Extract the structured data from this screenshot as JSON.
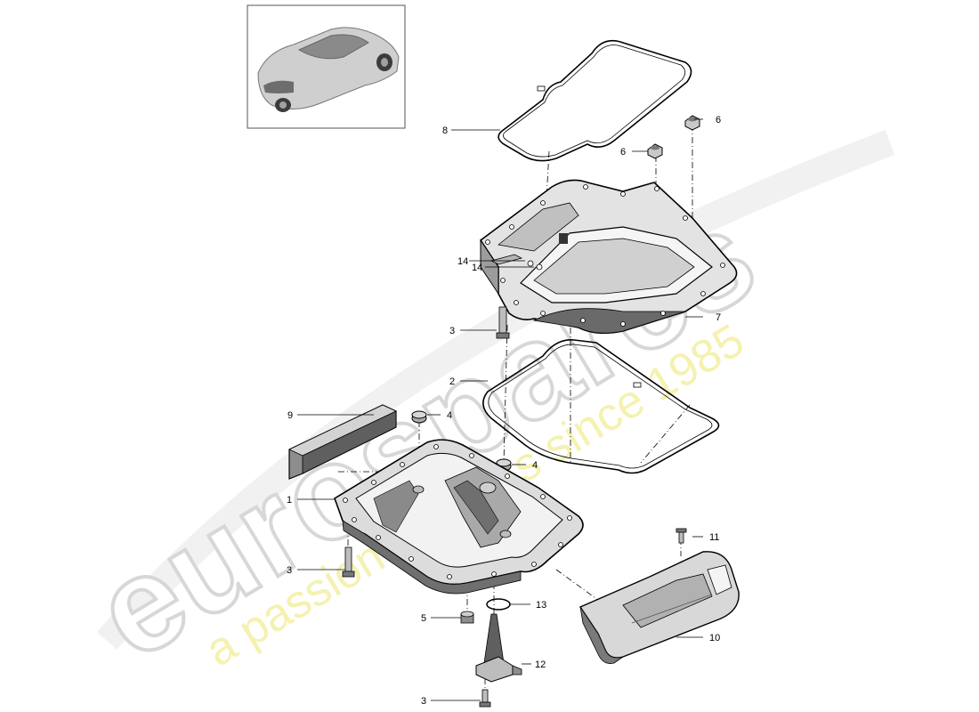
{
  "watermark": {
    "brand": "eurospares",
    "tagline": "a passion for parts since 1985"
  },
  "thumbnail": {
    "subject": "vehicle-rear-view"
  },
  "callouts": [
    {
      "id": "c1",
      "number": "1"
    },
    {
      "id": "c2",
      "number": "2"
    },
    {
      "id": "c3a",
      "number": "3"
    },
    {
      "id": "c3b",
      "number": "3"
    },
    {
      "id": "c3c",
      "number": "3"
    },
    {
      "id": "c4a",
      "number": "4"
    },
    {
      "id": "c4b",
      "number": "4"
    },
    {
      "id": "c5",
      "number": "5"
    },
    {
      "id": "c6a",
      "number": "6"
    },
    {
      "id": "c6b",
      "number": "6"
    },
    {
      "id": "c7",
      "number": "7"
    },
    {
      "id": "c8",
      "number": "8"
    },
    {
      "id": "c9",
      "number": "9"
    },
    {
      "id": "c10",
      "number": "10"
    },
    {
      "id": "c11",
      "number": "11"
    },
    {
      "id": "c12",
      "number": "12"
    },
    {
      "id": "c13",
      "number": "13"
    },
    {
      "id": "c14a",
      "number": "14"
    },
    {
      "id": "c14b",
      "number": "14"
    }
  ],
  "colors": {
    "line": "#000000",
    "part_fill": "#eeeeee",
    "part_shade": "#bdbdbd",
    "part_dark": "#5a5a5a",
    "watermark_outline": "#d7d7d7",
    "watermark_tagline": "#f4f0a8"
  }
}
